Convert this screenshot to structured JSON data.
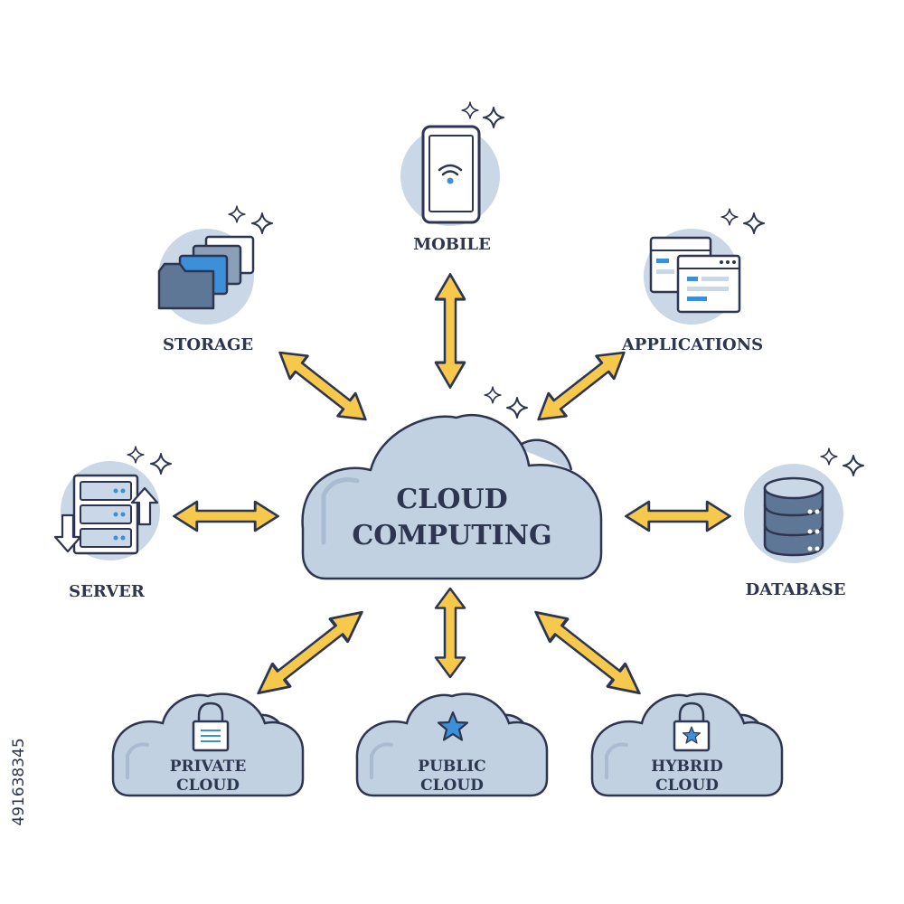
{
  "center": {
    "line1": "CLOUD",
    "line2": "COMPUTING"
  },
  "nodes": {
    "mobile": "MOBILE",
    "storage": "STORAGE",
    "applications": "APPLICATIONS",
    "server": "SERVER",
    "database": "DATABASE"
  },
  "clouds": {
    "private": {
      "line1": "PRIVATE",
      "line2": "CLOUD"
    },
    "public": {
      "line1": "PUBLIC",
      "line2": "CLOUD"
    },
    "hybrid": {
      "line1": "HYBRID",
      "line2": "CLOUD"
    }
  },
  "stock_id": "491638345",
  "colors": {
    "outline": "#2d3550",
    "cloud_fill": "#c2d1e2",
    "circle_fill": "#c9d7e6",
    "arrow_fill": "#f6c94c",
    "accent_blue": "#3d8fd8"
  }
}
